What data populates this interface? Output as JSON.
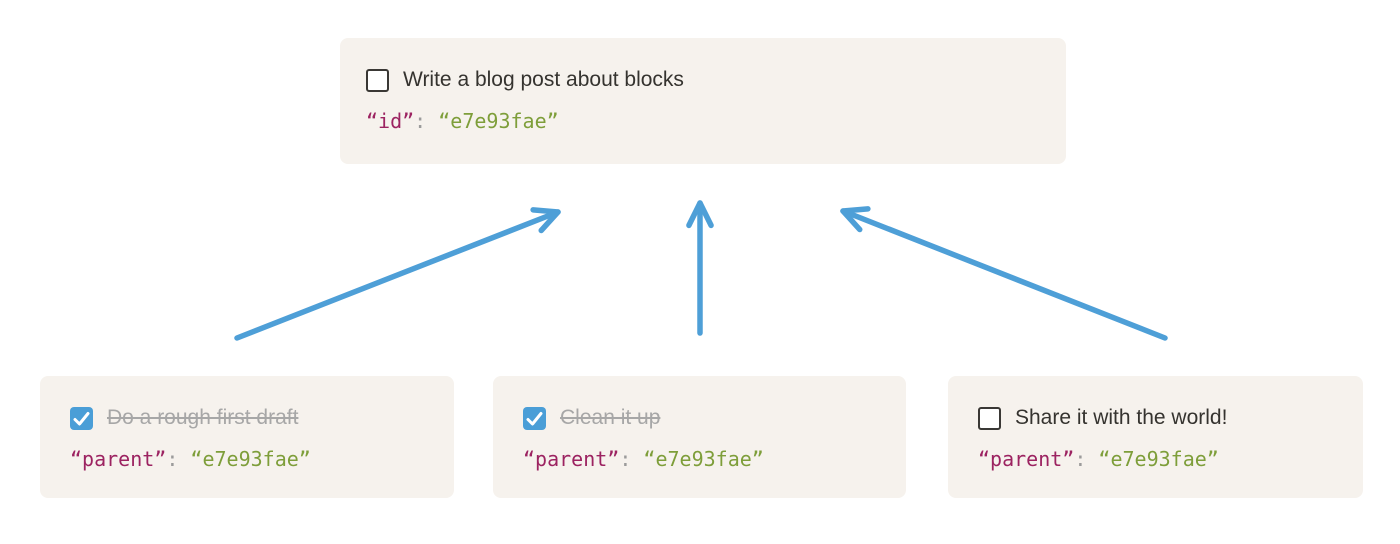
{
  "colors": {
    "page_bg": "#ffffff",
    "card_bg": "#f6f2ed",
    "label_text": "#35332f",
    "done_text": "#a7a7a7",
    "code_key": "#9c2361",
    "code_punct": "#9b9b9b",
    "code_value": "#7e9e3a",
    "arrow": "#4e9fd7",
    "checkbox_fill": "#4a9ed7",
    "checkbox_border": "#3a3835"
  },
  "blocks": [
    {
      "id": "parent",
      "checked": false,
      "label": "Write a blog post about blocks",
      "code_key": "“id”",
      "code_sep": ": ",
      "code_value": "“e7e93fae”"
    },
    {
      "id": "child-1",
      "checked": true,
      "label": "Do a rough first draft",
      "code_key": "“parent”",
      "code_sep": ": ",
      "code_value": "“e7e93fae”"
    },
    {
      "id": "child-2",
      "checked": true,
      "label": "Clean it up",
      "code_key": "“parent”",
      "code_sep": ": ",
      "code_value": "“e7e93fae”"
    },
    {
      "id": "child-3",
      "checked": false,
      "label": "Share it with the world!",
      "code_key": "“parent”",
      "code_sep": ": ",
      "code_value": "“e7e93fae”"
    }
  ],
  "edges": [
    {
      "from": "child-1",
      "to": "parent"
    },
    {
      "from": "child-2",
      "to": "parent"
    },
    {
      "from": "child-3",
      "to": "parent"
    }
  ]
}
